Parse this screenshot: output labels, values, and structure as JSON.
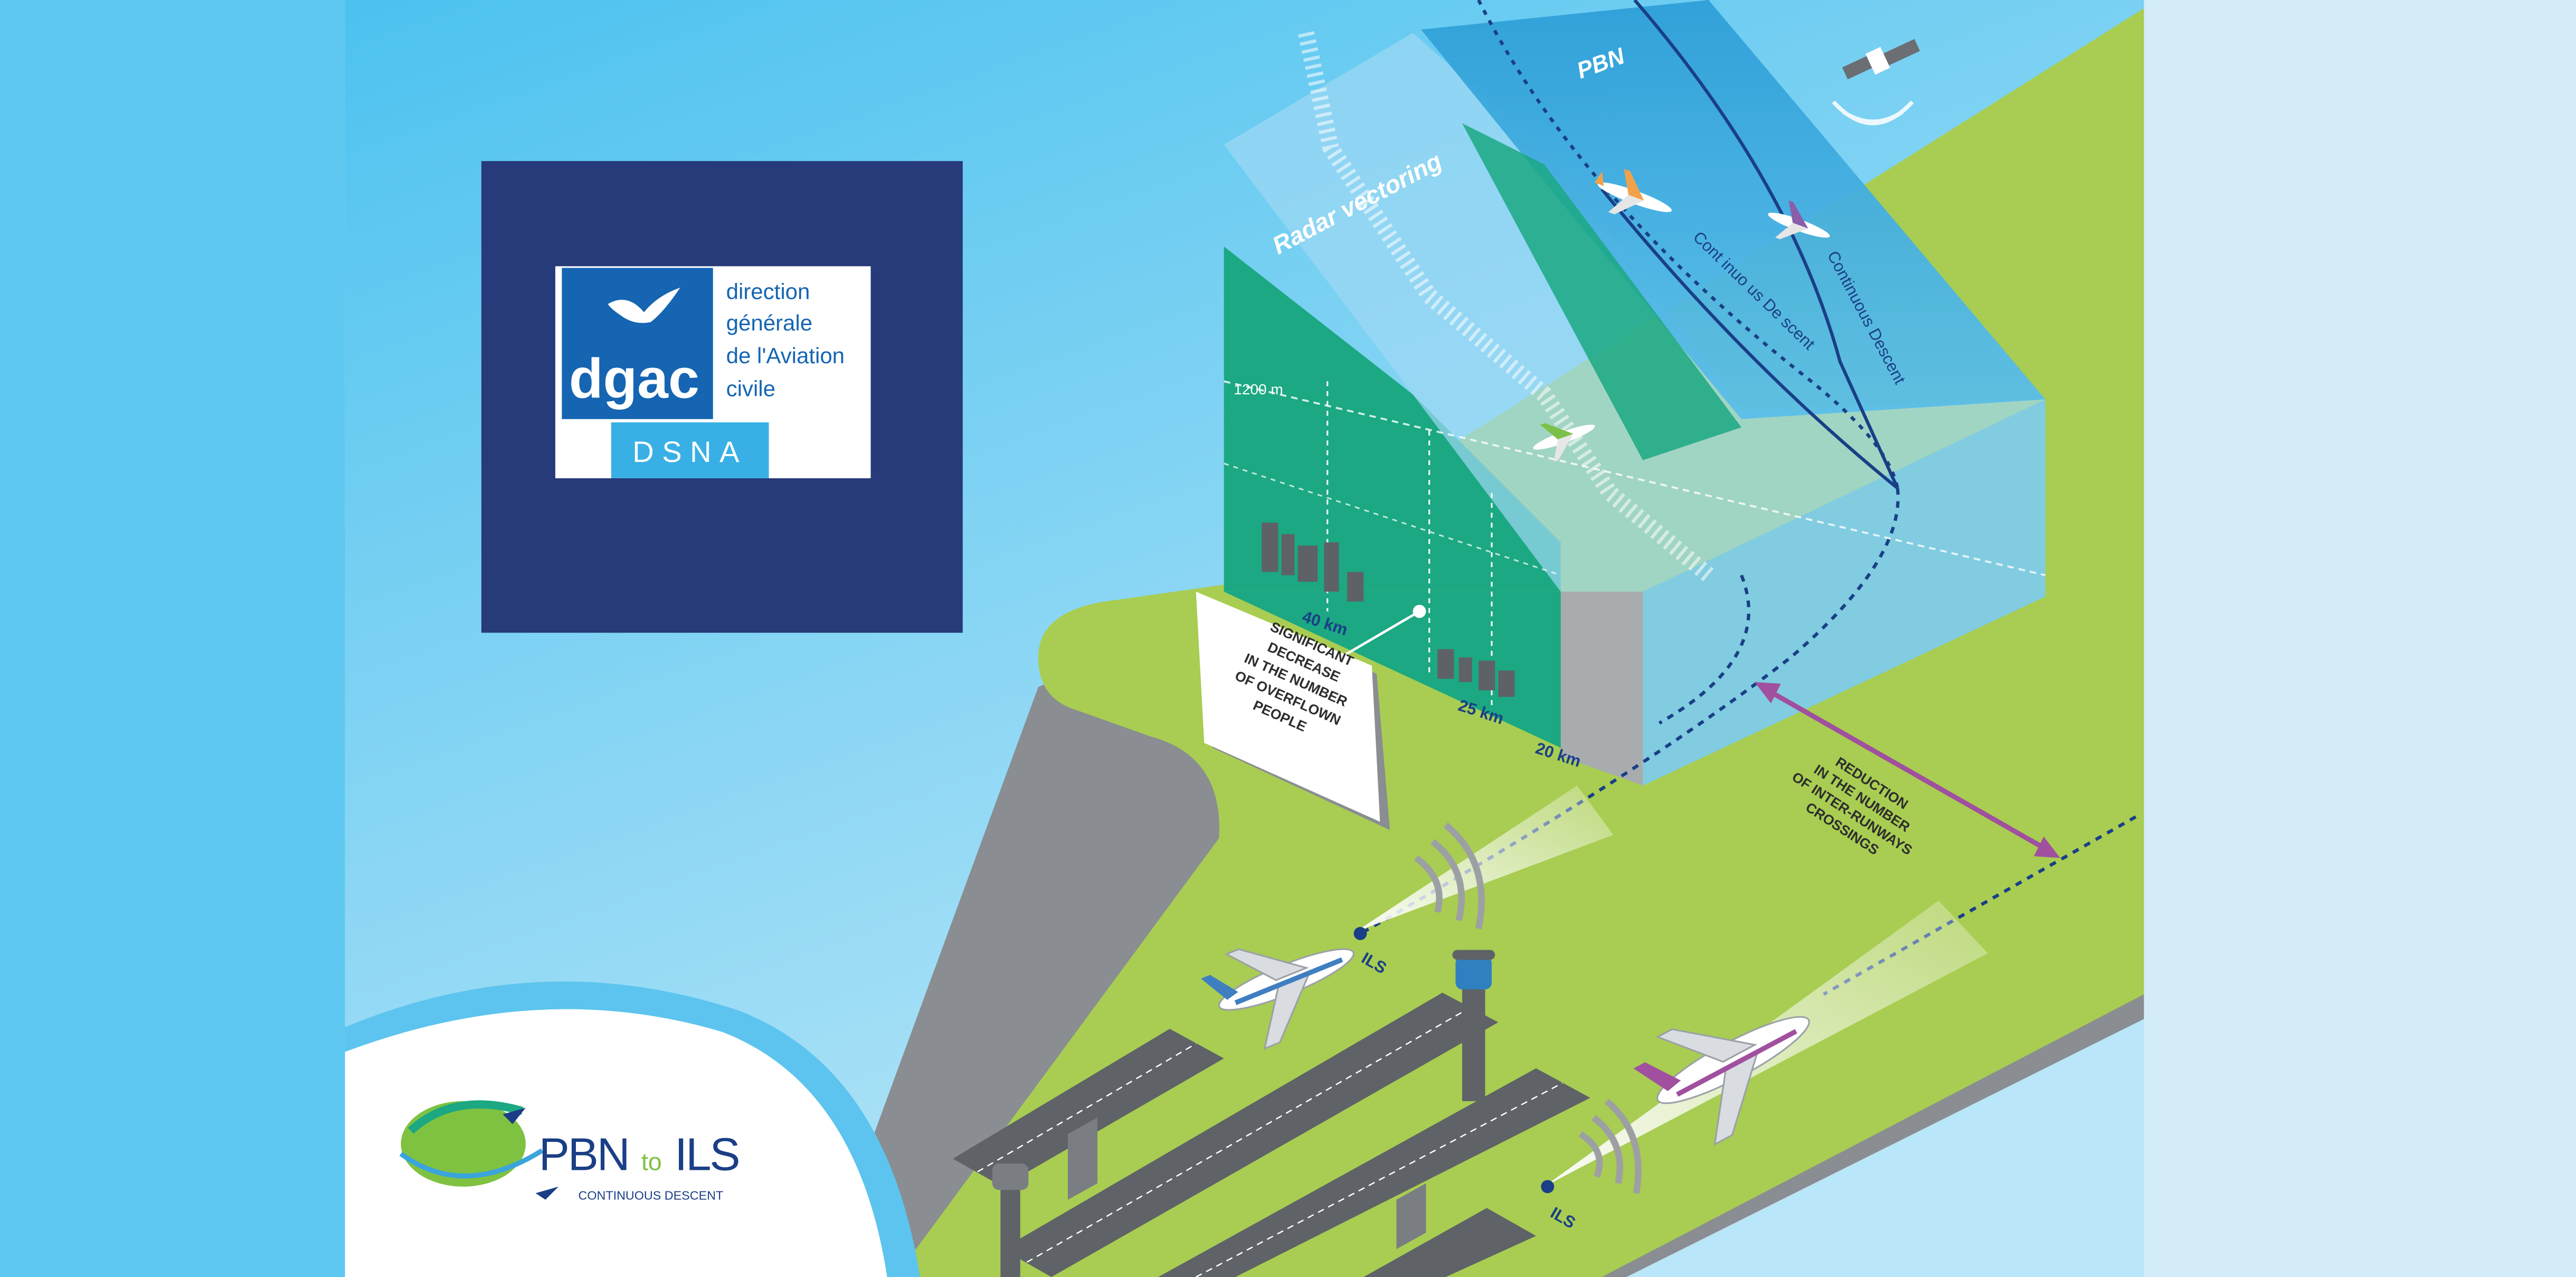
{
  "logo": {
    "brand": "dgac",
    "line1": "direction",
    "line2": "générale",
    "line3": "de l'Aviation",
    "line4": "civile",
    "unit": "DSNA"
  },
  "badge": {
    "word_pbn": "PBN",
    "word_to": "to",
    "word_ils": "ILS",
    "tagline": "CONTINUOUS DESCENT"
  },
  "diagram": {
    "pbn_label": "PBN",
    "radar_label": "Radar vectoring",
    "cd_label_1": "Cont inuo us De scent",
    "cd_label_2": "Continuous Descent",
    "alt_label": "1200 m",
    "dist_40": "40 km",
    "dist_25": "25 km",
    "dist_20": "20 km",
    "ils_1": "ILS",
    "ils_2": "ILS",
    "sign_lines": [
      "SIGNIFICANT",
      "DECREASE",
      "IN THE NUMBER",
      "OF OVERFLOWN",
      "PEOPLE"
    ],
    "reduction_lines": [
      "REDUCTION",
      "IN THE NUMBER",
      "OF INTER-RUNWAYS",
      "CROSSINGS"
    ]
  },
  "colors": {
    "navy": "#273a79",
    "dgac_blue": "#1565b2",
    "dsna_cyan": "#39b0e5",
    "grass": "#a8cd52",
    "hill_green": "#1ba882",
    "purple": "#a0509e"
  }
}
